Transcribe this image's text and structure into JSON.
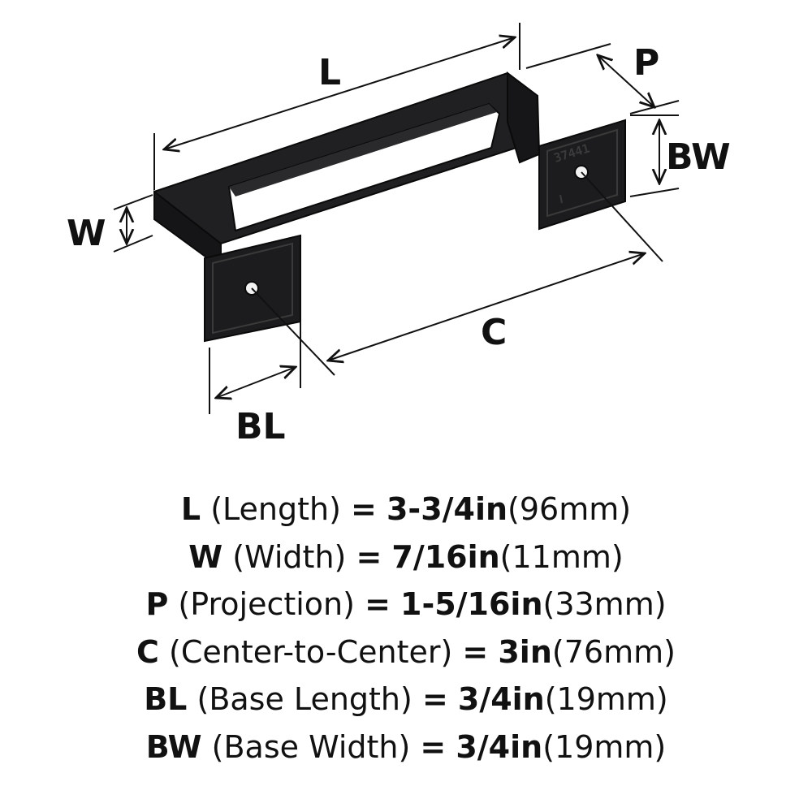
{
  "diagram": {
    "labels": {
      "L": "L",
      "P": "P",
      "W": "W",
      "BW": "BW",
      "C": "C",
      "BL": "BL"
    },
    "part_stamp": "37441",
    "colors": {
      "handle": "#1c1c1e",
      "handle_edge": "#0a0a0a",
      "line": "#111111"
    }
  },
  "specs": [
    {
      "code": "L",
      "name": "(Length)",
      "eq": "=",
      "imperial": "3-3/4in",
      "metric": "(96mm)"
    },
    {
      "code": "W",
      "name": "(Width)",
      "eq": "=",
      "imperial": "7/16in",
      "metric": "(11mm)"
    },
    {
      "code": "P",
      "name": "(Projection)",
      "eq": "=",
      "imperial": "1-5/16in",
      "metric": "(33mm)"
    },
    {
      "code": "C",
      "name": "(Center-to-Center)",
      "eq": "=",
      "imperial": "3in",
      "metric": "(76mm)"
    },
    {
      "code": "BL",
      "name": "(Base Length)",
      "eq": "=",
      "imperial": "3/4in",
      "metric": "(19mm)"
    },
    {
      "code": "BW",
      "name": "(Base Width)",
      "eq": "=",
      "imperial": "3/4in",
      "metric": "(19mm)"
    }
  ]
}
